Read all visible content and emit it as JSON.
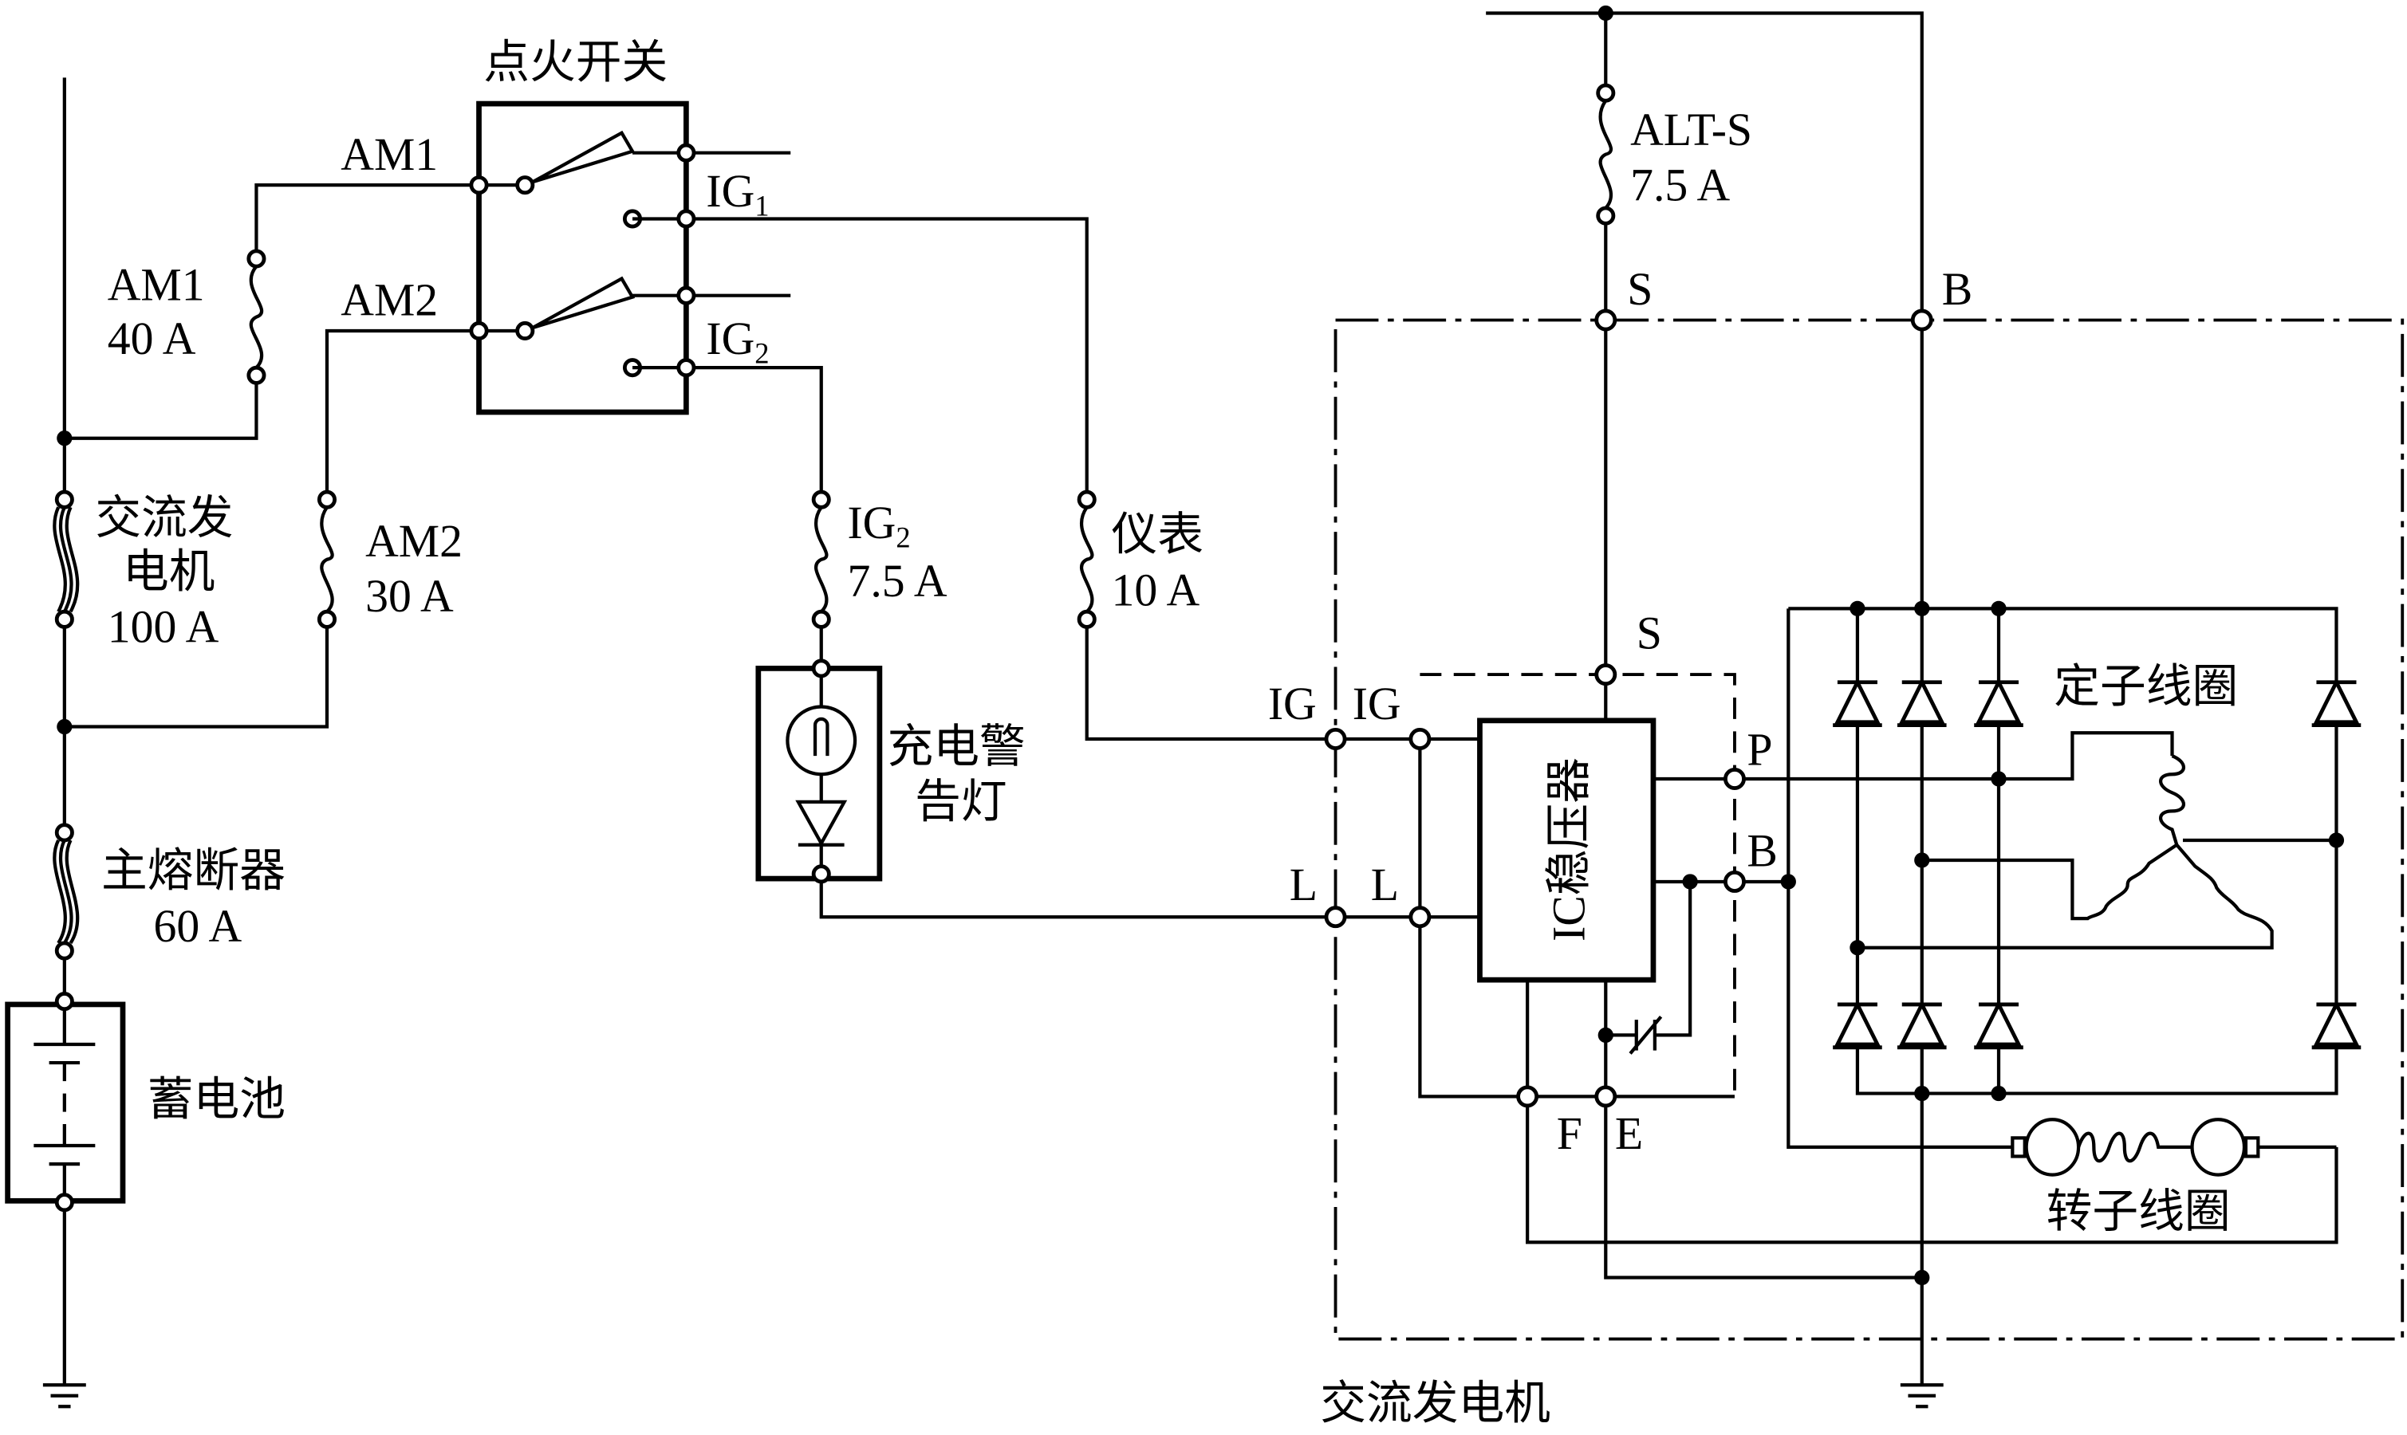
{
  "labels": {
    "ignition_switch": "点火开关",
    "am1_terminal": "AM1",
    "am2_terminal": "AM2",
    "ig1": {
      "main": "IG",
      "sub": "1"
    },
    "ig2": {
      "main": "IG",
      "sub": "2"
    },
    "fuse_am1": {
      "name": "AM1",
      "rating": "40 A"
    },
    "fuse_am2": {
      "name": "AM2",
      "rating": "30 A"
    },
    "fuse_alternator": {
      "line1": "交流发",
      "line2": "电机",
      "rating": "100 A"
    },
    "fuse_main": {
      "name": "主熔断器",
      "rating": "60 A"
    },
    "battery": "蓄电池",
    "fuse_ig2": {
      "main": "IG",
      "sub": "2",
      "rating": "7.5 A"
    },
    "fuse_meter": {
      "name": "仪表",
      "rating": "10 A"
    },
    "charge_lamp": {
      "line1": "充电警",
      "line2": "告灯"
    },
    "fuse_alts": {
      "name": "ALT-S",
      "rating": "7.5 A"
    },
    "terminal_s_outer": "S",
    "terminal_b_outer": "B",
    "terminal_s_inner": "S",
    "terminal_ig_outer": "IG",
    "terminal_ig_inner": "IG",
    "terminal_l_outer": "L",
    "terminal_l_inner": "L",
    "terminal_p": "P",
    "terminal_b_inner": "B",
    "terminal_f": "F",
    "terminal_e": "E",
    "ic_regulator": "IC稳压器",
    "stator_coil": "定子线圈",
    "rotor_coil": "转子线圈",
    "alternator": "交流发电机"
  }
}
